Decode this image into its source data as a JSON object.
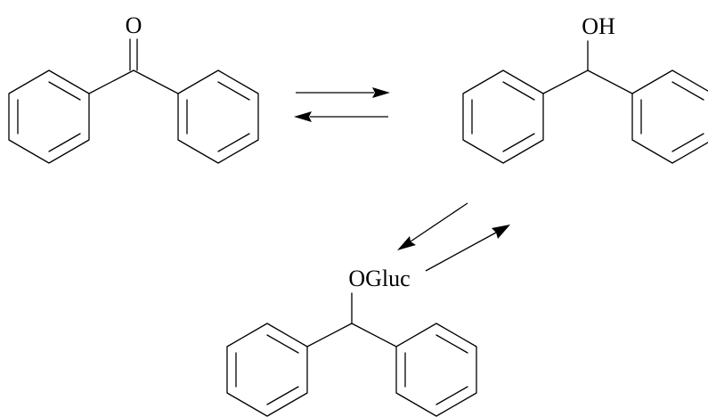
{
  "molecules": {
    "benzophenone": {
      "label": "O"
    },
    "benzhydrol": {
      "label": "OH"
    },
    "glucuronide": {
      "label": "OGluc"
    }
  },
  "colors": {
    "ink": "#000000",
    "background": "#ffffff"
  }
}
